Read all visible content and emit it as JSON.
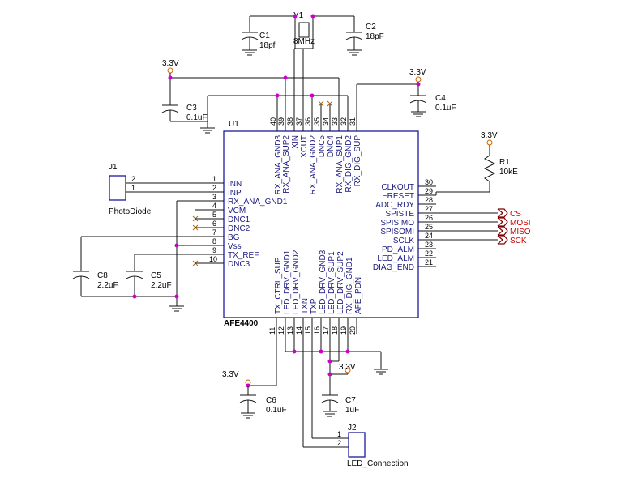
{
  "u1": {
    "ref": "U1",
    "part": "AFE4400",
    "left_pins": [
      {
        "num": "1",
        "name": "INN"
      },
      {
        "num": "2",
        "name": "INP"
      },
      {
        "num": "3",
        "name": "RX_ANA_GND1"
      },
      {
        "num": "4",
        "name": "VCM"
      },
      {
        "num": "5",
        "name": "DNC1"
      },
      {
        "num": "6",
        "name": "DNC2"
      },
      {
        "num": "7",
        "name": "BG"
      },
      {
        "num": "8",
        "name": "Vss"
      },
      {
        "num": "9",
        "name": "TX_REF"
      },
      {
        "num": "10",
        "name": "DNC3"
      }
    ],
    "right_pins": [
      {
        "num": "30",
        "name": "CLKOUT"
      },
      {
        "num": "29",
        "name": "~RESET"
      },
      {
        "num": "28",
        "name": "ADC_RDY"
      },
      {
        "num": "27",
        "name": "SPISTE"
      },
      {
        "num": "26",
        "name": "SPISIMO"
      },
      {
        "num": "25",
        "name": "SPISOMI"
      },
      {
        "num": "24",
        "name": "SCLK"
      },
      {
        "num": "23",
        "name": "PD_ALM"
      },
      {
        "num": "22",
        "name": "LED_ALM"
      },
      {
        "num": "21",
        "name": "DIAG_END"
      }
    ],
    "top_pins": [
      {
        "num": "40",
        "name": "RX_ANA_GND3"
      },
      {
        "num": "39",
        "name": "RX_ANA_SUP2"
      },
      {
        "num": "38",
        "name": "XIN"
      },
      {
        "num": "37",
        "name": "XOUT"
      },
      {
        "num": "36",
        "name": "RX_ANA_GND2"
      },
      {
        "num": "35",
        "name": "DNC5"
      },
      {
        "num": "34",
        "name": "DNC4"
      },
      {
        "num": "33",
        "name": "RX_ANA_SUP1"
      },
      {
        "num": "32",
        "name": "RX_DIG_GND2"
      },
      {
        "num": "31",
        "name": "RX_DIG_SUP"
      }
    ],
    "bottom_pins": [
      {
        "num": "11",
        "name": "TX_CTRL_SUP"
      },
      {
        "num": "12",
        "name": "LED_DRV_GND1"
      },
      {
        "num": "13",
        "name": "LED_DRV_GND2"
      },
      {
        "num": "14",
        "name": "TXN"
      },
      {
        "num": "15",
        "name": "TXP"
      },
      {
        "num": "16",
        "name": "LED_DRV_GND3"
      },
      {
        "num": "17",
        "name": "LED_DRV_SUP1"
      },
      {
        "num": "18",
        "name": "LED_DRV_SUP2"
      },
      {
        "num": "19",
        "name": "RX_DIG_GND1"
      },
      {
        "num": "20",
        "name": "AFE_PDN"
      }
    ]
  },
  "components": {
    "y1": {
      "ref": "Y1",
      "value": "8MHz"
    },
    "c1": {
      "ref": "C1",
      "value": "18pf"
    },
    "c2": {
      "ref": "C2",
      "value": "18pF"
    },
    "c3": {
      "ref": "C3",
      "value": "0.1uF"
    },
    "c4": {
      "ref": "C4",
      "value": "0.1uF"
    },
    "c5": {
      "ref": "C5",
      "value": "2.2uF"
    },
    "c6": {
      "ref": "C6",
      "value": "0.1uF"
    },
    "c7": {
      "ref": "C7",
      "value": "1uF"
    },
    "c8": {
      "ref": "C8",
      "value": "2.2uF"
    },
    "r1": {
      "ref": "R1",
      "value": "10kE"
    },
    "j1": {
      "ref": "J1",
      "value": "PhotoDiode",
      "pin_a": "2",
      "pin_b": "1"
    },
    "j2": {
      "ref": "J2",
      "value": "LED_Connection",
      "pin_a": "1",
      "pin_b": "2"
    }
  },
  "power": {
    "v33": "3.3V"
  },
  "net_labels": [
    "CS",
    "MOSI",
    "MISO",
    "SCK"
  ],
  "colors": {
    "ic_outline": "#1a1aa0",
    "wire": "#111111",
    "junction": "#cc00cc",
    "net_label": "#cc0000",
    "power_symbol": "#cc6600",
    "no_connect": "#a86a20"
  }
}
